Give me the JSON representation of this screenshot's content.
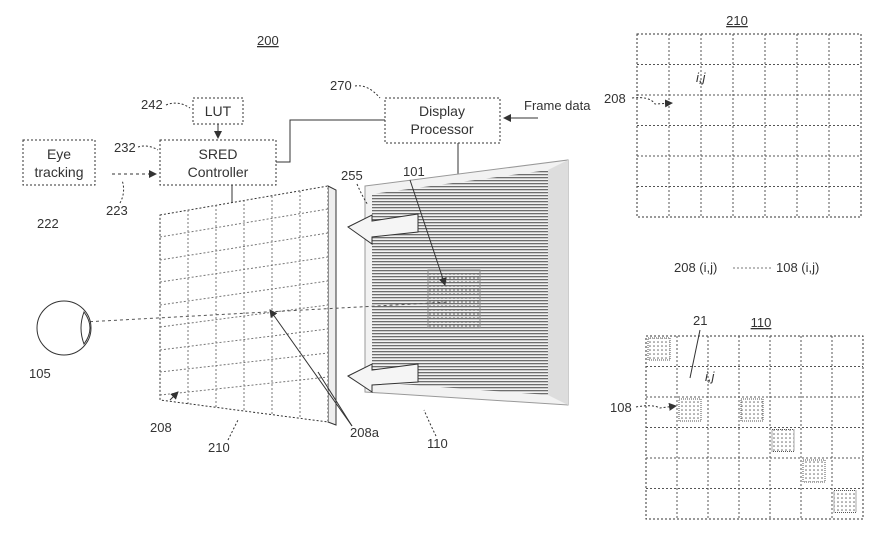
{
  "figure_number": "200",
  "blocks": {
    "lut": "LUT",
    "sred_line1": "SRED",
    "sred_line2": "Controller",
    "eye_line1": "Eye",
    "eye_line2": "tracking",
    "dp_line1": "Display",
    "dp_line2": "Processor"
  },
  "labels": {
    "frame_data": "Frame data",
    "ref_242": "242",
    "ref_232": "232",
    "ref_270": "270",
    "ref_222": "222",
    "ref_223": "223",
    "ref_255": "255",
    "ref_101": "101",
    "ref_105": "105",
    "ref_208": "208",
    "ref_210": "210",
    "ref_208a": "208a",
    "ref_110": "110",
    "top_grid_title": "210",
    "top_grid_208": "208",
    "top_grid_ij": "i,j",
    "mapping_left": "208 (i,j)",
    "mapping_right": "108 (i,j)",
    "bottom_grid_title": "110",
    "bottom_grid_21": "21",
    "bottom_grid_108": "108",
    "bottom_grid_ij": "i,j"
  }
}
